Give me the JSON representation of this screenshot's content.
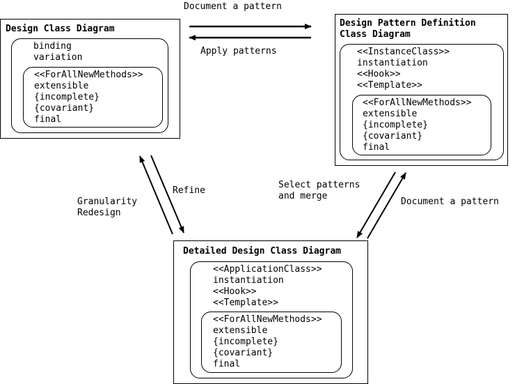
{
  "arrows": {
    "top_forward": "Document a pattern",
    "top_backward": "Apply patterns",
    "left_refine": "Refine",
    "left_redesign_line1": "Granularity",
    "left_redesign_line2": "Redesign",
    "right_select_line1": "Select patterns",
    "right_select_line2": "and merge",
    "right_document": "Document a pattern"
  },
  "design_class": {
    "title": "Design Class Diagram",
    "lines": [
      "binding",
      "variation"
    ],
    "inner": {
      "stereotype": "<<ForAllNewMethods>>",
      "lines": [
        "extensible",
        "{incomplete}",
        "{covariant}",
        "final"
      ]
    }
  },
  "pattern_def": {
    "title_line1": "Design Pattern Definition",
    "title_line2": "Class Diagram",
    "lines": [
      "<<InstanceClass>>",
      "instantiation",
      "<<Hook>>",
      "<<Template>>"
    ],
    "inner": {
      "stereotype": "<<ForAllNewMethods>>",
      "lines": [
        "extensible",
        "{incomplete}",
        "{covariant}",
        "final"
      ]
    }
  },
  "detailed": {
    "title": "Detailed Design Class Diagram",
    "lines": [
      "<<ApplicationClass>>",
      "instantiation",
      "<<Hook>>",
      "<<Template>>"
    ],
    "inner": {
      "stereotype": "<<ForAllNewMethods>>",
      "lines": [
        "extensible",
        "{incomplete}",
        "{covariant}",
        "final"
      ]
    }
  }
}
